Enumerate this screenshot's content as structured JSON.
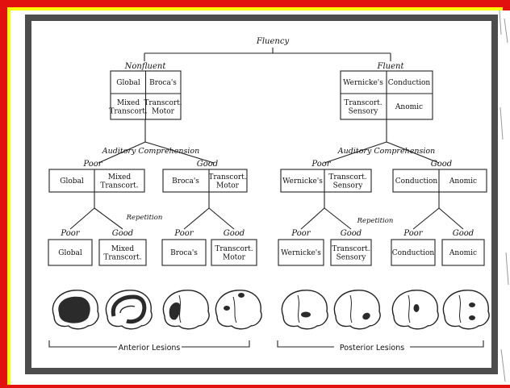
{
  "diagram": {
    "root": "Fluency",
    "branches": {
      "nonfluent": {
        "label": "Nonfluent",
        "grid": [
          "Global",
          "Broca's",
          "Mixed\nTranscort.",
          "Transcort.\nMotor"
        ],
        "auditory_label": "Auditory Comprehension",
        "poor_label": "Poor",
        "good_label": "Good",
        "poor_pair": [
          "Global",
          "Mixed\nTranscort."
        ],
        "good_pair": [
          "Broca's",
          "Transcort.\nMotor"
        ],
        "repetition_label": "Repetition",
        "leaves": [
          {
            "head": "Poor",
            "box": "Global"
          },
          {
            "head": "Good",
            "box": "Mixed\nTranscort."
          },
          {
            "head": "Poor",
            "box": "Broca's"
          },
          {
            "head": "Good",
            "box": "Transcort.\nMotor"
          }
        ]
      },
      "fluent": {
        "label": "Fluent",
        "grid": [
          "Wernicke's",
          "Conduction",
          "Transcort.\nSensory",
          "Anomic"
        ],
        "auditory_label": "Auditory Comprehension",
        "poor_label": "Poor",
        "good_label": "Good",
        "poor_pair": [
          "Wernicke's",
          "Transcort.\nSensory"
        ],
        "good_pair": [
          "Conduction",
          "Anomic"
        ],
        "repetition_label": "Repetition",
        "leaves": [
          {
            "head": "Poor",
            "box": "Wernicke's"
          },
          {
            "head": "Good",
            "box": "Transcort.\nSensory"
          },
          {
            "head": "Poor",
            "box": "Conduction"
          },
          {
            "head": "Good",
            "box": "Anomic"
          }
        ]
      }
    },
    "lesion_labels": [
      "Anterior Lesions",
      "Posterior Lesions"
    ]
  },
  "colors": {
    "outer_border": "#e31010",
    "inner_border": "#ffff00",
    "frame": "#4d4d4d"
  }
}
